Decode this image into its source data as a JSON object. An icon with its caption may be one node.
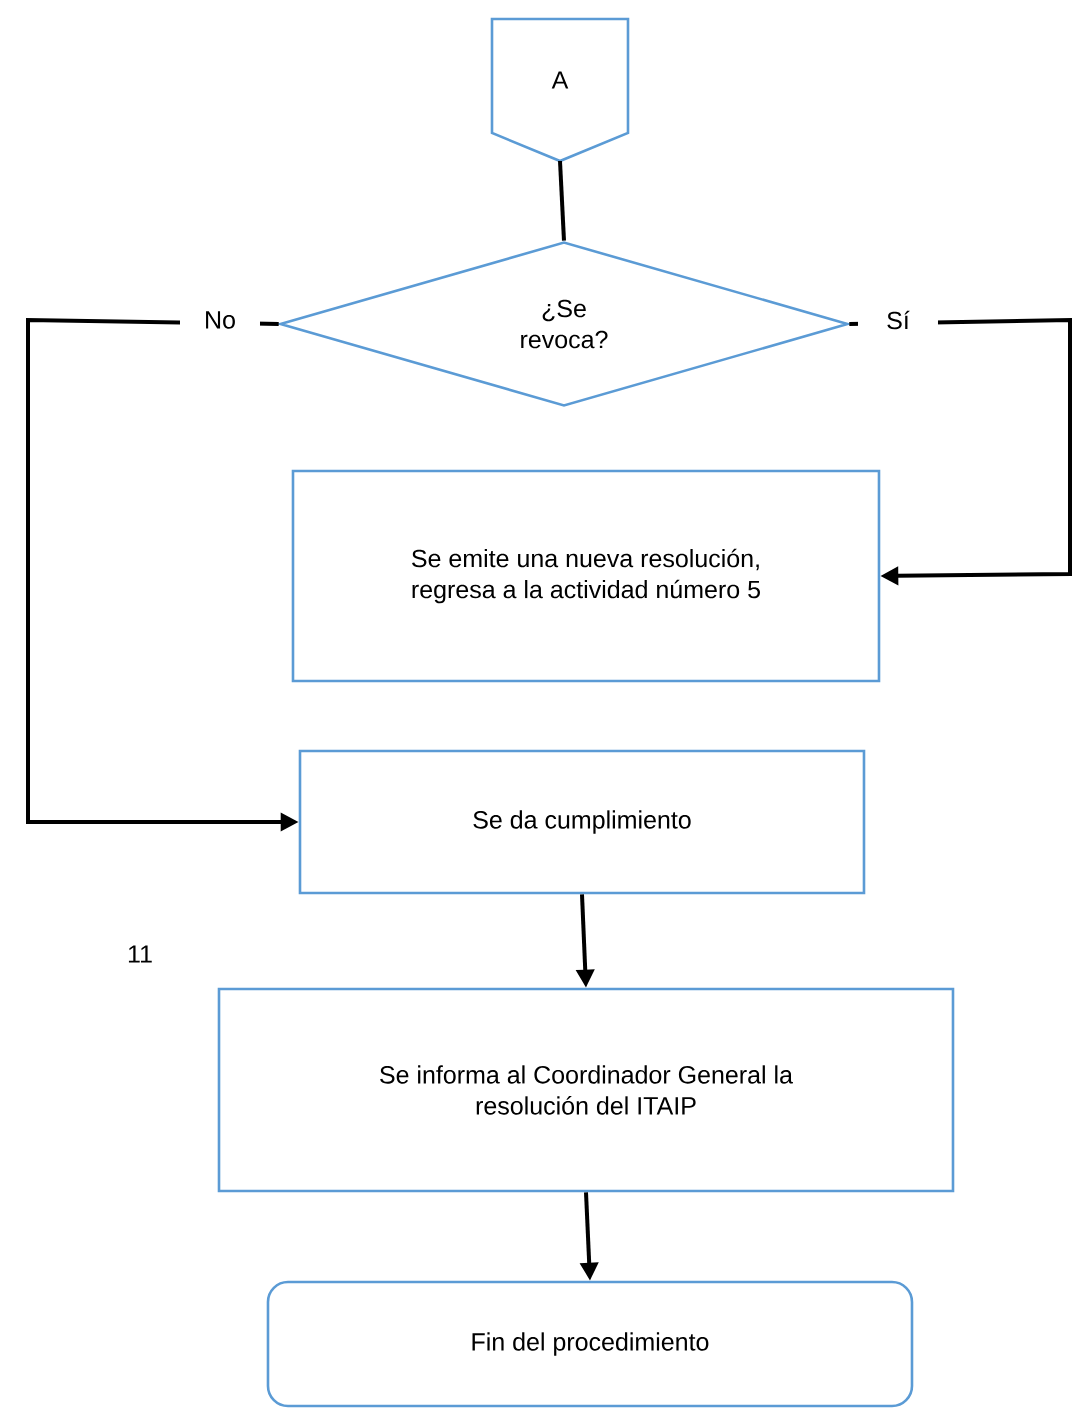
{
  "diagram": {
    "nodes": [
      {
        "text": [
          "A"
        ]
      },
      {
        "text": [
          "¿Se revoca?"
        ]
      },
      {
        "text": [
          "Se emite una nueva resolución, regresa a la actividad número 5"
        ]
      },
      {
        "text": [
          "Se da cumplimiento"
        ]
      },
      {
        "text": [
          "Se informa al Coordinador General la resolución del ITAIP"
        ]
      },
      {
        "text": [
          "Fin del procedimiento"
        ]
      }
    ],
    "edges": [
      {
        "from": 0,
        "to": 1,
        "arrow": "none"
      },
      {
        "from": 1,
        "to": 3,
        "arrow": "to",
        "label": "No"
      },
      {
        "from": 1,
        "to": 2,
        "arrow": "to",
        "label": "Sí"
      },
      {
        "from": 3,
        "to": 4,
        "arrow": "to"
      },
      {
        "from": 4,
        "to": 5,
        "arrow": "to"
      }
    ],
    "labels": [
      "11"
    ]
  }
}
